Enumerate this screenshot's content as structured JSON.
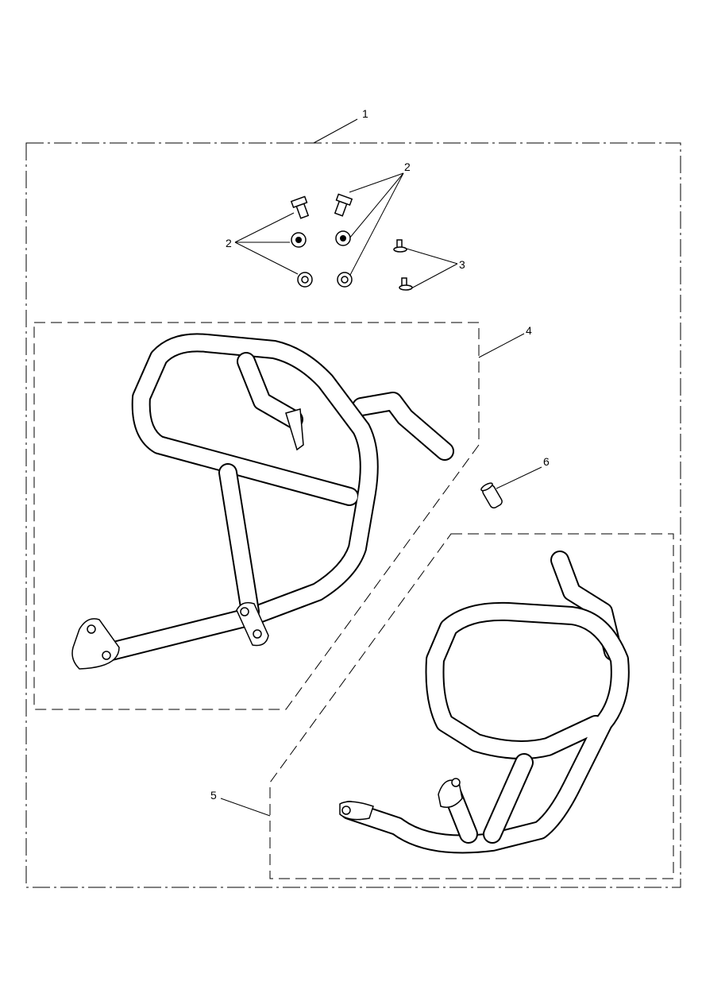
{
  "diagram": {
    "callouts": [
      {
        "id": "1",
        "text": "1"
      },
      {
        "id": "2a",
        "text": "2"
      },
      {
        "id": "2b",
        "text": "2"
      },
      {
        "id": "3",
        "text": "3"
      },
      {
        "id": "4",
        "text": "4"
      },
      {
        "id": "5",
        "text": "5"
      },
      {
        "id": "6",
        "text": "6"
      }
    ]
  }
}
